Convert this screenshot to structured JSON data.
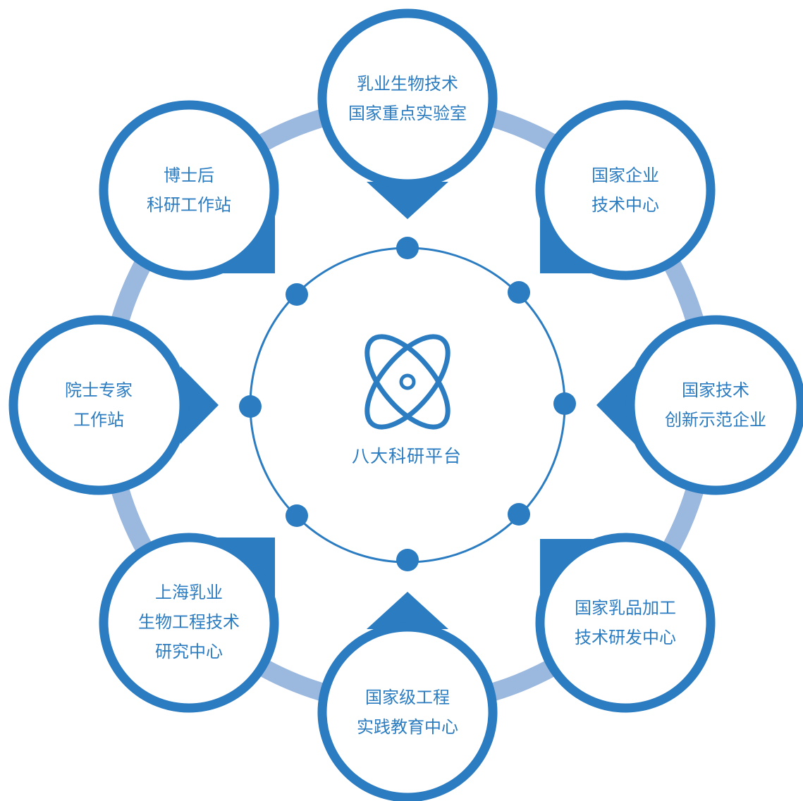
{
  "center": {
    "title": "八大科研平台",
    "icon": "atom-icon"
  },
  "nodes": [
    {
      "id": "top",
      "lines": [
        "乳业生物技术",
        "国家重点实验室"
      ]
    },
    {
      "id": "top-right",
      "lines": [
        "国家企业",
        "技术中心"
      ]
    },
    {
      "id": "right",
      "lines": [
        "国家技术",
        "创新示范企业"
      ]
    },
    {
      "id": "bottom-right",
      "lines": [
        "国家乳品加工",
        "技术研发中心"
      ]
    },
    {
      "id": "bottom",
      "lines": [
        "国家级工程",
        "实践教育中心"
      ]
    },
    {
      "id": "bottom-left",
      "lines": [
        "上海乳业",
        "生物工程技术",
        "研究中心"
      ]
    },
    {
      "id": "left",
      "lines": [
        "院士专家",
        "工作站"
      ]
    },
    {
      "id": "top-left",
      "lines": [
        "博士后",
        "科研工作站"
      ]
    }
  ],
  "colors": {
    "primary": "#2b7cc1",
    "ring": "#9bb8df",
    "background": "#ffffff"
  }
}
